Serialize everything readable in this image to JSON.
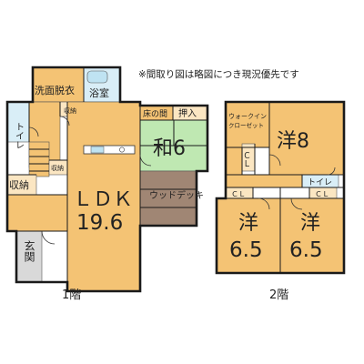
{
  "note": "※間取り図は略図につき現況優先です",
  "colors": {
    "floor": "#f4c374",
    "tatami": "#bfe8b2",
    "deck": "#a08674",
    "wet": "#d9eef7",
    "storage": "#fbe6c2",
    "entry": "#d9d9d9",
    "fixture": "#bfe3f2"
  },
  "floor1": {
    "label": "1階",
    "rooms": {
      "washroom": "洗面脱衣",
      "bath": "浴室",
      "toilet": "トイレ",
      "storage_top": "収納",
      "storage_mid": "収納",
      "storage_left": "収納",
      "entrance": "玄関",
      "ldk_name": "ＬＤＫ",
      "ldk_size": "19.6",
      "tokonoma": "床の間",
      "oshiire": "押入",
      "washitsu": "和6",
      "deck": "ウッドデッキ"
    }
  },
  "floor2": {
    "label": "2階",
    "rooms": {
      "walkin_line1": "ウォークイン",
      "walkin_line2": "クローゼット",
      "closet": "ＣＬ",
      "room8": "洋8",
      "toilet": "トイレ",
      "cl_left": "ＣＬ",
      "cl_right": "ＣＬ",
      "room65a_name": "洋",
      "room65a_size": "6.5",
      "room65b_name": "洋",
      "room65b_size": "6.5"
    }
  }
}
